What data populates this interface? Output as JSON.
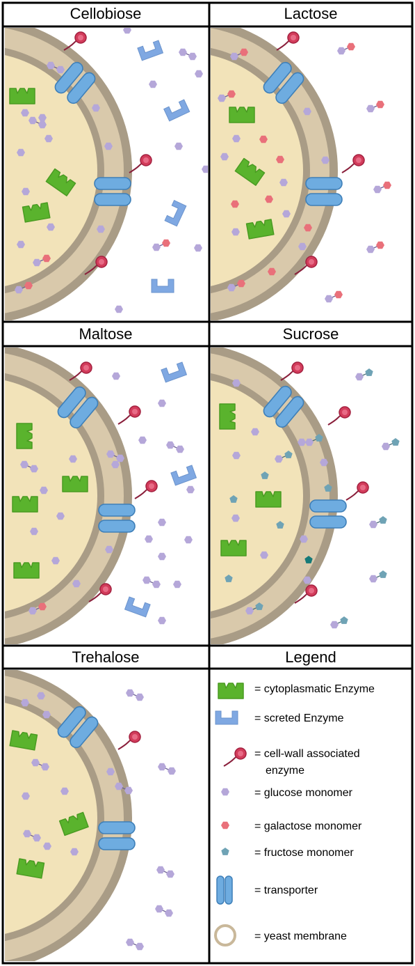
{
  "panels": [
    {
      "id": "cellobiose",
      "title": "Cellobiose"
    },
    {
      "id": "lactose",
      "title": "Lactose"
    },
    {
      "id": "maltose",
      "title": "Maltose"
    },
    {
      "id": "sucrose",
      "title": "Sucrose"
    },
    {
      "id": "trehalose",
      "title": "Trehalose"
    },
    {
      "id": "legend",
      "title": "Legend"
    }
  ],
  "legend": {
    "items": [
      {
        "icon": "cytoplasmatic-enzyme-icon",
        "text": "= cytoplasmatic Enzyme"
      },
      {
        "icon": "secreted-enzyme-icon",
        "text": "= screted Enzyme"
      },
      {
        "icon": "cell-wall-enzyme-icon",
        "text": "= cell-wall associated"
      },
      {
        "icon": "",
        "text": "enzyme"
      },
      {
        "icon": "glucose-icon",
        "text": "= glucose monomer"
      },
      {
        "icon": "galactose-icon",
        "text": "= galactose monomer"
      },
      {
        "icon": "fructose-icon",
        "text": "= fructose monomer"
      },
      {
        "icon": "transporter-icon",
        "text": "= transporter"
      },
      {
        "icon": "yeast-membrane-icon",
        "text": "= yeast membrane"
      }
    ]
  },
  "colors": {
    "glucose": "#b5a7d9",
    "galactose": "#e9707a",
    "fructose": "#6fa3b5",
    "fructose_dark": "#167a78",
    "cytoplasmatic_enzyme": "#5ab32d",
    "secreted_enzyme": "#7fa8e2",
    "transporter": "#6eace0",
    "cell_wall_enzyme": "#d23c5b",
    "wall_outer": "#a99c86",
    "wall_inner": "#d9c9ab",
    "cytoplasm": "#f2e3b9"
  }
}
